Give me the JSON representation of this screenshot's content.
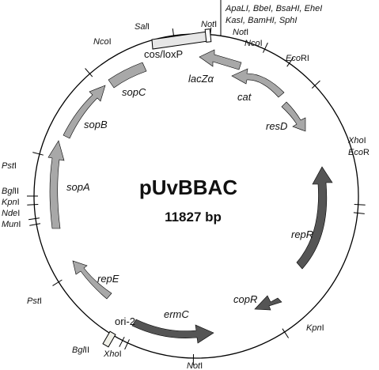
{
  "plasmid": {
    "name": "pUvBBAC",
    "size": "11827 bp"
  },
  "sites": [
    {
      "name": "NotI",
      "ang": 5
    },
    {
      "name": "NotI",
      "ang": 25
    },
    {
      "name": "NcoI",
      "ang": 35
    },
    {
      "name": "EcoRI",
      "ang": 47
    },
    {
      "name": "XhoI",
      "ang": 93
    },
    {
      "name": "EcoRI",
      "ang": 96
    },
    {
      "name": "KpnI",
      "ang": 147
    },
    {
      "name": "NotI",
      "ang": 181
    },
    {
      "name": "XhoI",
      "ang": 205
    },
    {
      "name": "BglII",
      "ang": 207
    },
    {
      "name": "PstI",
      "ang": 238
    },
    {
      "name": "MunI",
      "ang": 260
    },
    {
      "name": "NdeI",
      "ang": 262
    },
    {
      "name": "KpnI",
      "ang": 267
    },
    {
      "name": "BglII",
      "ang": 270
    },
    {
      "name": "PstI",
      "ang": 285
    },
    {
      "name": "NcoI",
      "ang": 319
    },
    {
      "name": "SalI",
      "ang": 352
    }
  ],
  "mcs_sites": [
    "ApaLI, BbeI, BsaHI, EheI",
    "KasI, BamHI, SphI"
  ],
  "features": {
    "cos_loxp": "cos/loxP",
    "ori2": "ori-2"
  },
  "genes": [
    {
      "name": "lacZα",
      "shade": "#a8a8a8"
    },
    {
      "name": "cat",
      "shade": "#a8a8a8"
    },
    {
      "name": "resD",
      "shade": "#a8a8a8"
    },
    {
      "name": "repR",
      "shade": "#555555"
    },
    {
      "name": "copR",
      "shade": "#555555"
    },
    {
      "name": "ermC",
      "shade": "#555555"
    },
    {
      "name": "repE",
      "shade": "#a8a8a8"
    },
    {
      "name": "sopA",
      "shade": "#a8a8a8"
    },
    {
      "name": "sopB",
      "shade": "#a8a8a8"
    },
    {
      "name": "sopC",
      "shade": "#a8a8a8"
    }
  ]
}
